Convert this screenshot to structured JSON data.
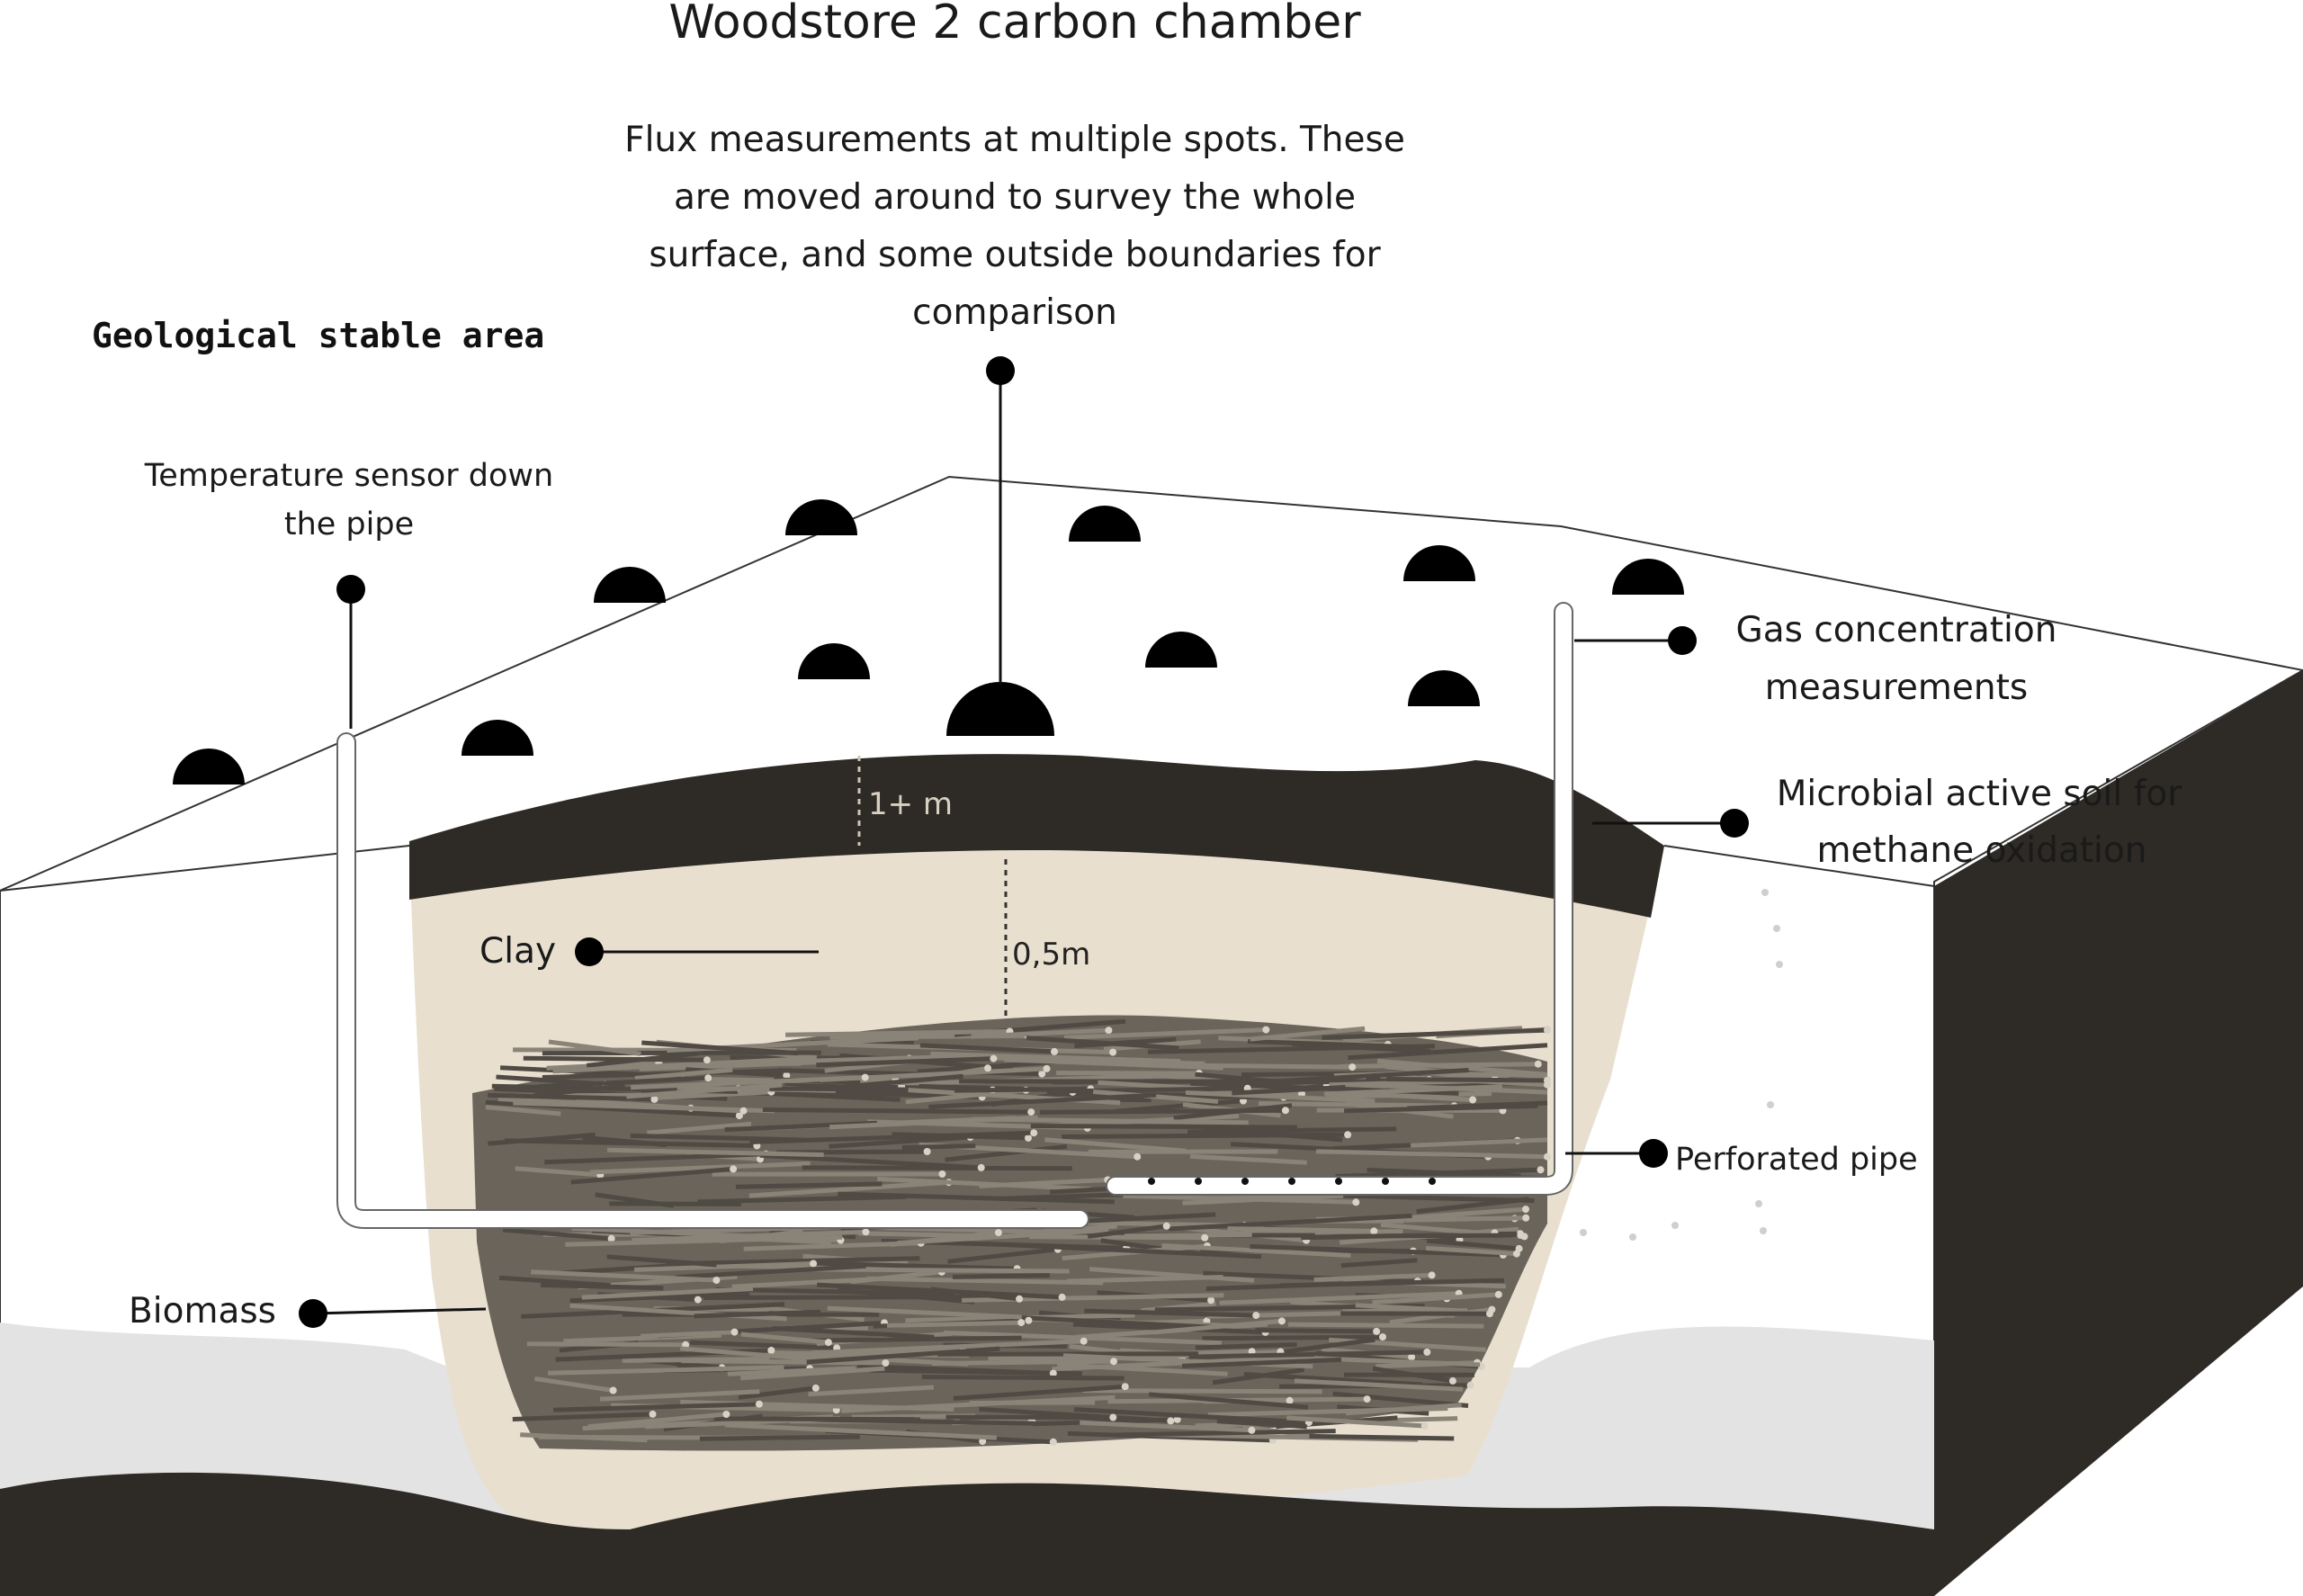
{
  "title": "Woodstore 2 carbon chamber",
  "labels": {
    "flux_line1": "Flux measurements at multiple spots. These",
    "flux_line2": "are moved around to survey the whole",
    "flux_line3": "surface, and some outside boundaries for",
    "flux_line4": "comparison",
    "geo_area": "Geological stable area",
    "temp_line1": "Temperature sensor down",
    "temp_line2": "the pipe",
    "gas_line1": "Gas concentration",
    "gas_line2": "measurements",
    "soil_line1": "Microbial active soil for",
    "soil_line2": "methane oxidation",
    "clay": "Clay",
    "pipe": "Perforated pipe",
    "biomass": "Biomass",
    "dim_soil": "1+ m",
    "dim_clay": "0,5m"
  },
  "colors": {
    "soil_dark": "#2e2a25",
    "clay": "#e8dfcf",
    "gravel": "#e3e3e3",
    "biomass": "#5e5850",
    "chamber": "#000000",
    "marker": "#000000"
  }
}
